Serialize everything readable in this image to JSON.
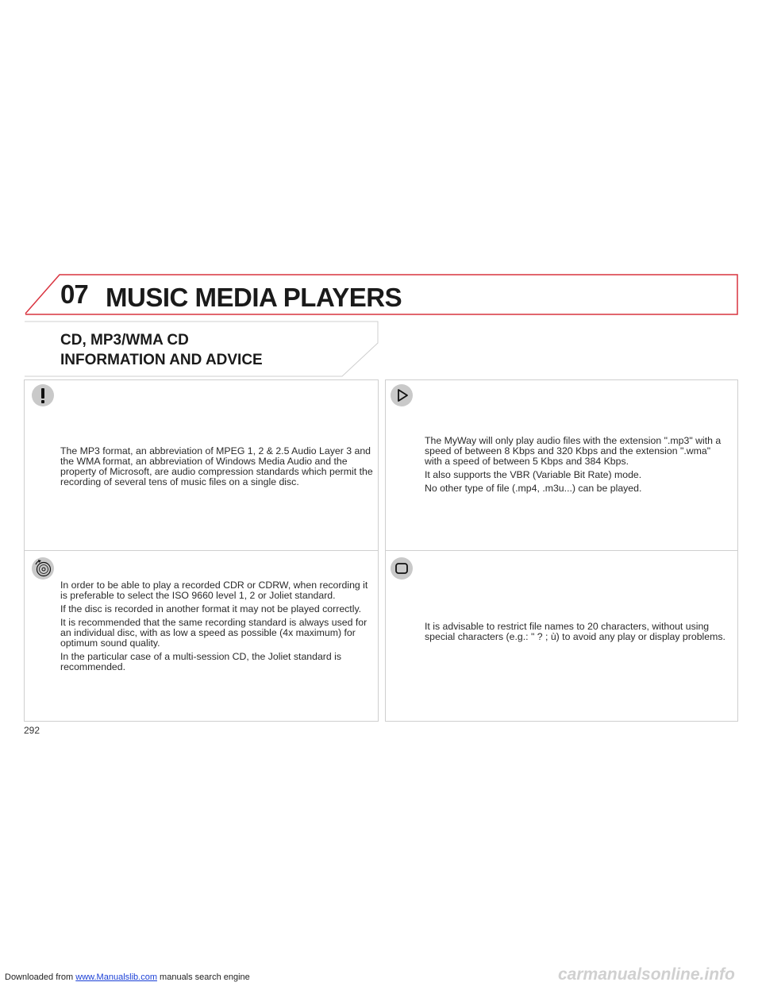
{
  "header": {
    "chapter_number": "07",
    "chapter_title": "MUSIC MEDIA PLAYERS"
  },
  "section": {
    "line1": "CD, MP3/WMA CD",
    "line2": "INFORMATION AND ADVICE"
  },
  "panels": {
    "warning": {
      "icon": "exclamation-icon",
      "paragraphs": [
        "The MP3 format, an abbreviation of MPEG 1, 2 & 2.5 Audio Layer 3 and the WMA format, an abbreviation of Windows Media Audio and the property of Microsoft, are audio compression standards which permit the recording of several tens of music files on a single disc."
      ]
    },
    "play_info": {
      "icon": "play-triangle-icon",
      "paragraphs": [
        "The MyWay will only play audio files with the extension \".mp3\" with a speed of between 8 Kbps and 320 Kbps and the extension \".wma\" with a speed of between 5 Kbps and 384 Kbps.",
        "It also supports the VBR (Variable Bit Rate) mode.",
        "No other type of file (.mp4, .m3u...) can be played."
      ]
    },
    "recording": {
      "icon": "disc-icon",
      "paragraphs": [
        "In order to be able to play a recorded CDR or CDRW, when recording it is preferable to select the ISO 9660 level 1, 2 or Joliet standard.",
        "If the disc is recorded in another format it may not be played correctly.",
        "It is recommended that the same recording standard is always used for an individual disc, with as low a speed as possible (4x maximum) for optimum sound quality.",
        "In the particular case of a multi-session CD, the Joliet standard is recommended."
      ]
    },
    "file_names": {
      "icon": "screen-icon",
      "paragraphs": [
        "It is advisable to restrict file names to 20 characters, without using special characters (e.g.: \" ? ; ù) to avoid any play or display problems."
      ]
    }
  },
  "page_number": "292",
  "footer": {
    "prefix": "Downloaded from",
    "link": "www.Manualslib.com",
    "suffix": "manuals search engine",
    "watermark": "carmanualsonline.info"
  },
  "colors": {
    "accent": "#d9333f",
    "panel_border": "#cfcfcf",
    "icon_bg": "#c9c9c9"
  }
}
